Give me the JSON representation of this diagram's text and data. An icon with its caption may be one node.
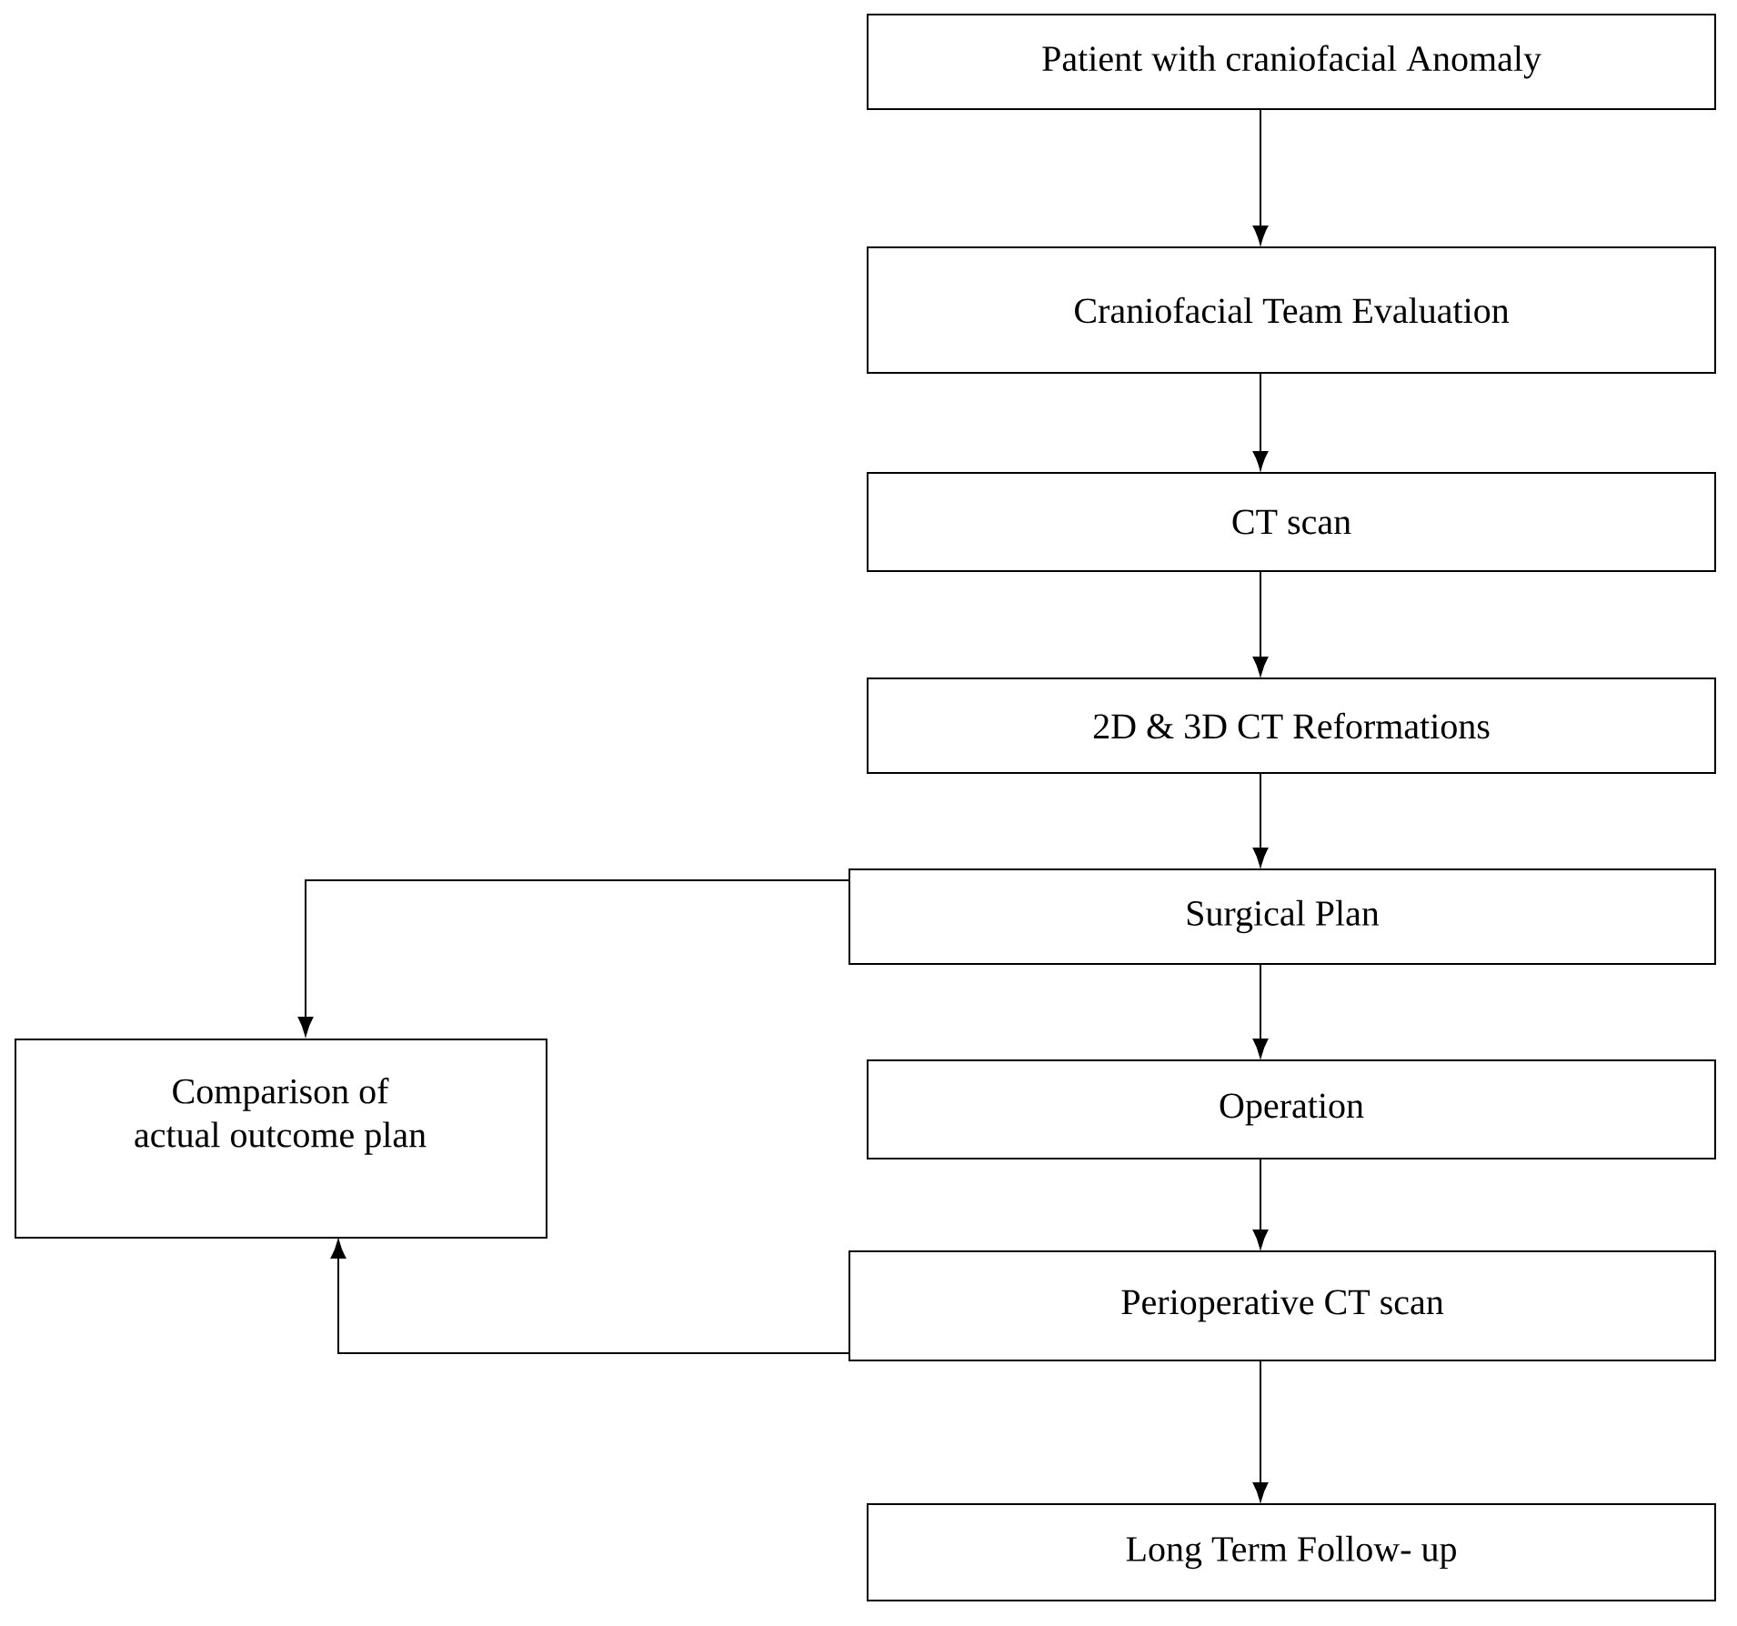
{
  "diagram": {
    "nodes": [
      {
        "text": [
          "Patient with craniofacial Anomaly"
        ]
      },
      {
        "text": [
          "Craniofacial Team Evaluation"
        ]
      },
      {
        "text": [
          "CT scan"
        ]
      },
      {
        "text": [
          "2D & 3D CT Reformations"
        ]
      },
      {
        "text": [
          "Surgical Plan"
        ]
      },
      {
        "text": [
          "Comparison of actual outcome plan"
        ]
      },
      {
        "text": [
          "Operation"
        ]
      },
      {
        "text": [
          "Perioperative CT scan"
        ]
      },
      {
        "text": [
          "Long Term Follow- up"
        ]
      }
    ],
    "edges": [
      {
        "from": 0,
        "to": 1,
        "arrow": "to"
      },
      {
        "from": 1,
        "to": 2,
        "arrow": "to"
      },
      {
        "from": 2,
        "to": 3,
        "arrow": "to"
      },
      {
        "from": 3,
        "to": 4,
        "arrow": "to"
      },
      {
        "from": 4,
        "to": 6,
        "arrow": "to"
      },
      {
        "from": 6,
        "to": 7,
        "arrow": "to"
      },
      {
        "from": 7,
        "to": 8,
        "arrow": "to"
      },
      {
        "from": 4,
        "to": 5,
        "arrow": "to"
      },
      {
        "from": 7,
        "to": 5,
        "arrow": "to"
      }
    ]
  }
}
